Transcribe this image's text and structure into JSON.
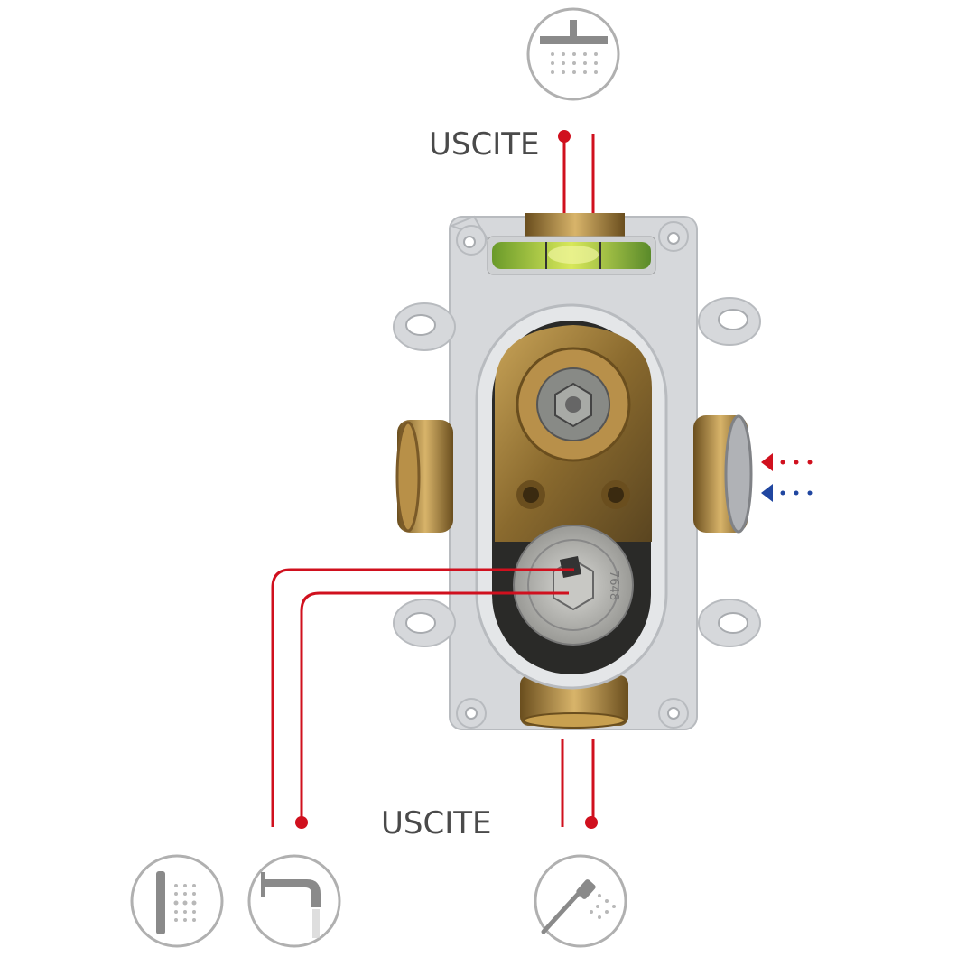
{
  "labels": {
    "outputs_top": "USCITE",
    "outputs_bottom": "USCITE",
    "cartridge_code": "7648"
  },
  "icons": {
    "top": "overhead-shower-icon",
    "bottom_left": "body-jet-shower-icon",
    "bottom_middle": "bath-spout-icon",
    "bottom_right": "hand-shower-icon"
  },
  "colors": {
    "outlet_line": "#d0101e",
    "hot_inlet": "#d0101e",
    "cold_inlet": "#2046a0",
    "icon_gray": "#a0a0a0"
  }
}
